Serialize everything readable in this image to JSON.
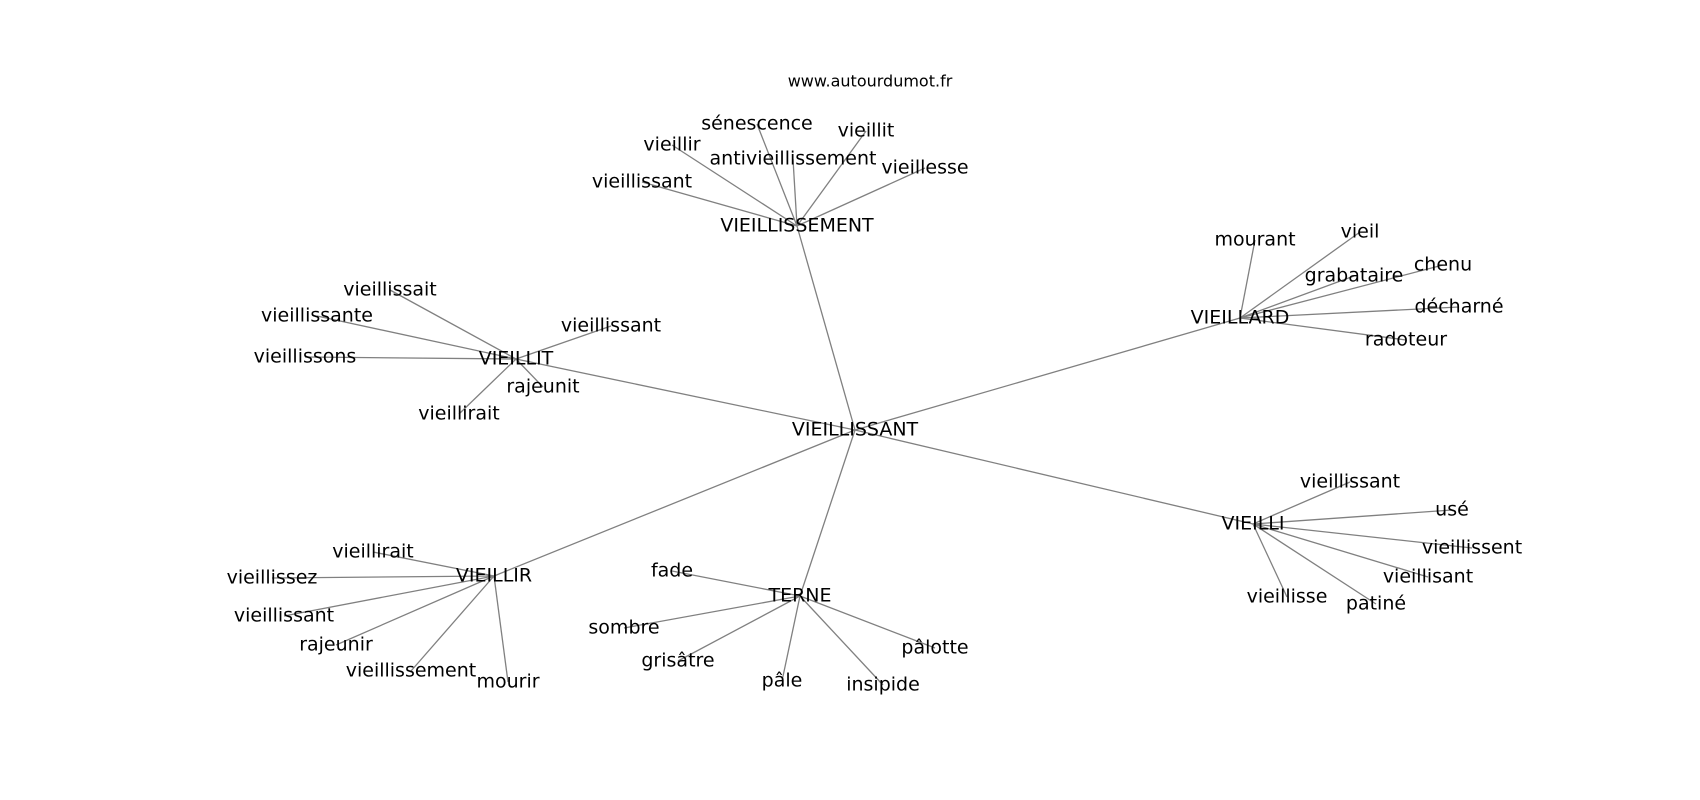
{
  "header": {
    "site": "www.autourdumot.fr"
  },
  "graph": {
    "root": "VIEILLISSANT",
    "hubs": [
      {
        "label": "VIEILLISSEMENT",
        "words": [
          "sénescence",
          "vieillir",
          "vieillit",
          "antivieillissement",
          "vieillesse",
          "vieillissant"
        ]
      },
      {
        "label": "VIEILLARD",
        "words": [
          "mourant",
          "vieil",
          "chenu",
          "grabataire",
          "décharné",
          "radoteur"
        ]
      },
      {
        "label": "VIEILLIT",
        "words": [
          "vieillissait",
          "vieillissante",
          "vieillissant",
          "vieillissons",
          "rajeunit",
          "vieillirait"
        ]
      },
      {
        "label": "VIEILLI",
        "words": [
          "vieillissant",
          "usé",
          "vieillissent",
          "vieillisant",
          "vieillisse",
          "patiné"
        ]
      },
      {
        "label": "VIEILLIR",
        "words": [
          "vieillirait",
          "vieillissez",
          "vieillissant",
          "rajeunir",
          "vieillissement",
          "mourir"
        ]
      },
      {
        "label": "TERNE",
        "words": [
          "fade",
          "sombre",
          "grisâtre",
          "pâle",
          "insipide",
          "pâlotte"
        ]
      }
    ]
  }
}
